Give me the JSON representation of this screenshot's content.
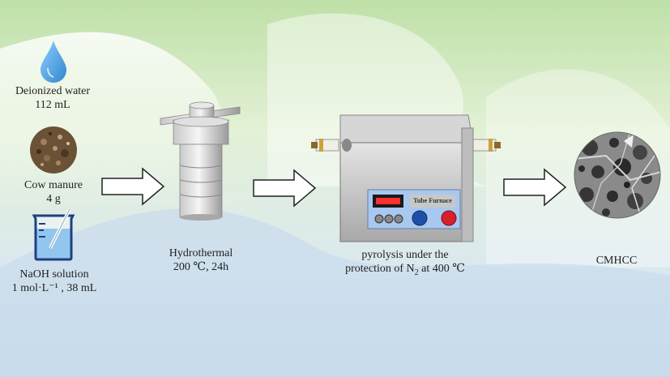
{
  "steps": {
    "water": {
      "name": "Deionized water",
      "amount": "112 mL"
    },
    "manure": {
      "name": "Cow manure",
      "amount": "4 g"
    },
    "naoh": {
      "name": "NaOH solution",
      "amount": "1 mol·L⁻¹ , 38 mL"
    },
    "hydro": {
      "name": "Hydrothermal",
      "cond": "200 ℃, 24h"
    },
    "pyro": {
      "line1": "pyrolysis under the",
      "line2_a": "protection of N",
      "line2_sub": "2",
      "line2_b": " at 400 ℃"
    },
    "product": {
      "name": "CMHCC"
    }
  },
  "furnace": {
    "label": "Tube Furnace"
  },
  "colors": {
    "bg_top": "#ffffff",
    "bg_green": "#d8ecc8",
    "bg_blue": "#cfe0ee",
    "water": "#4da3e0"
  }
}
